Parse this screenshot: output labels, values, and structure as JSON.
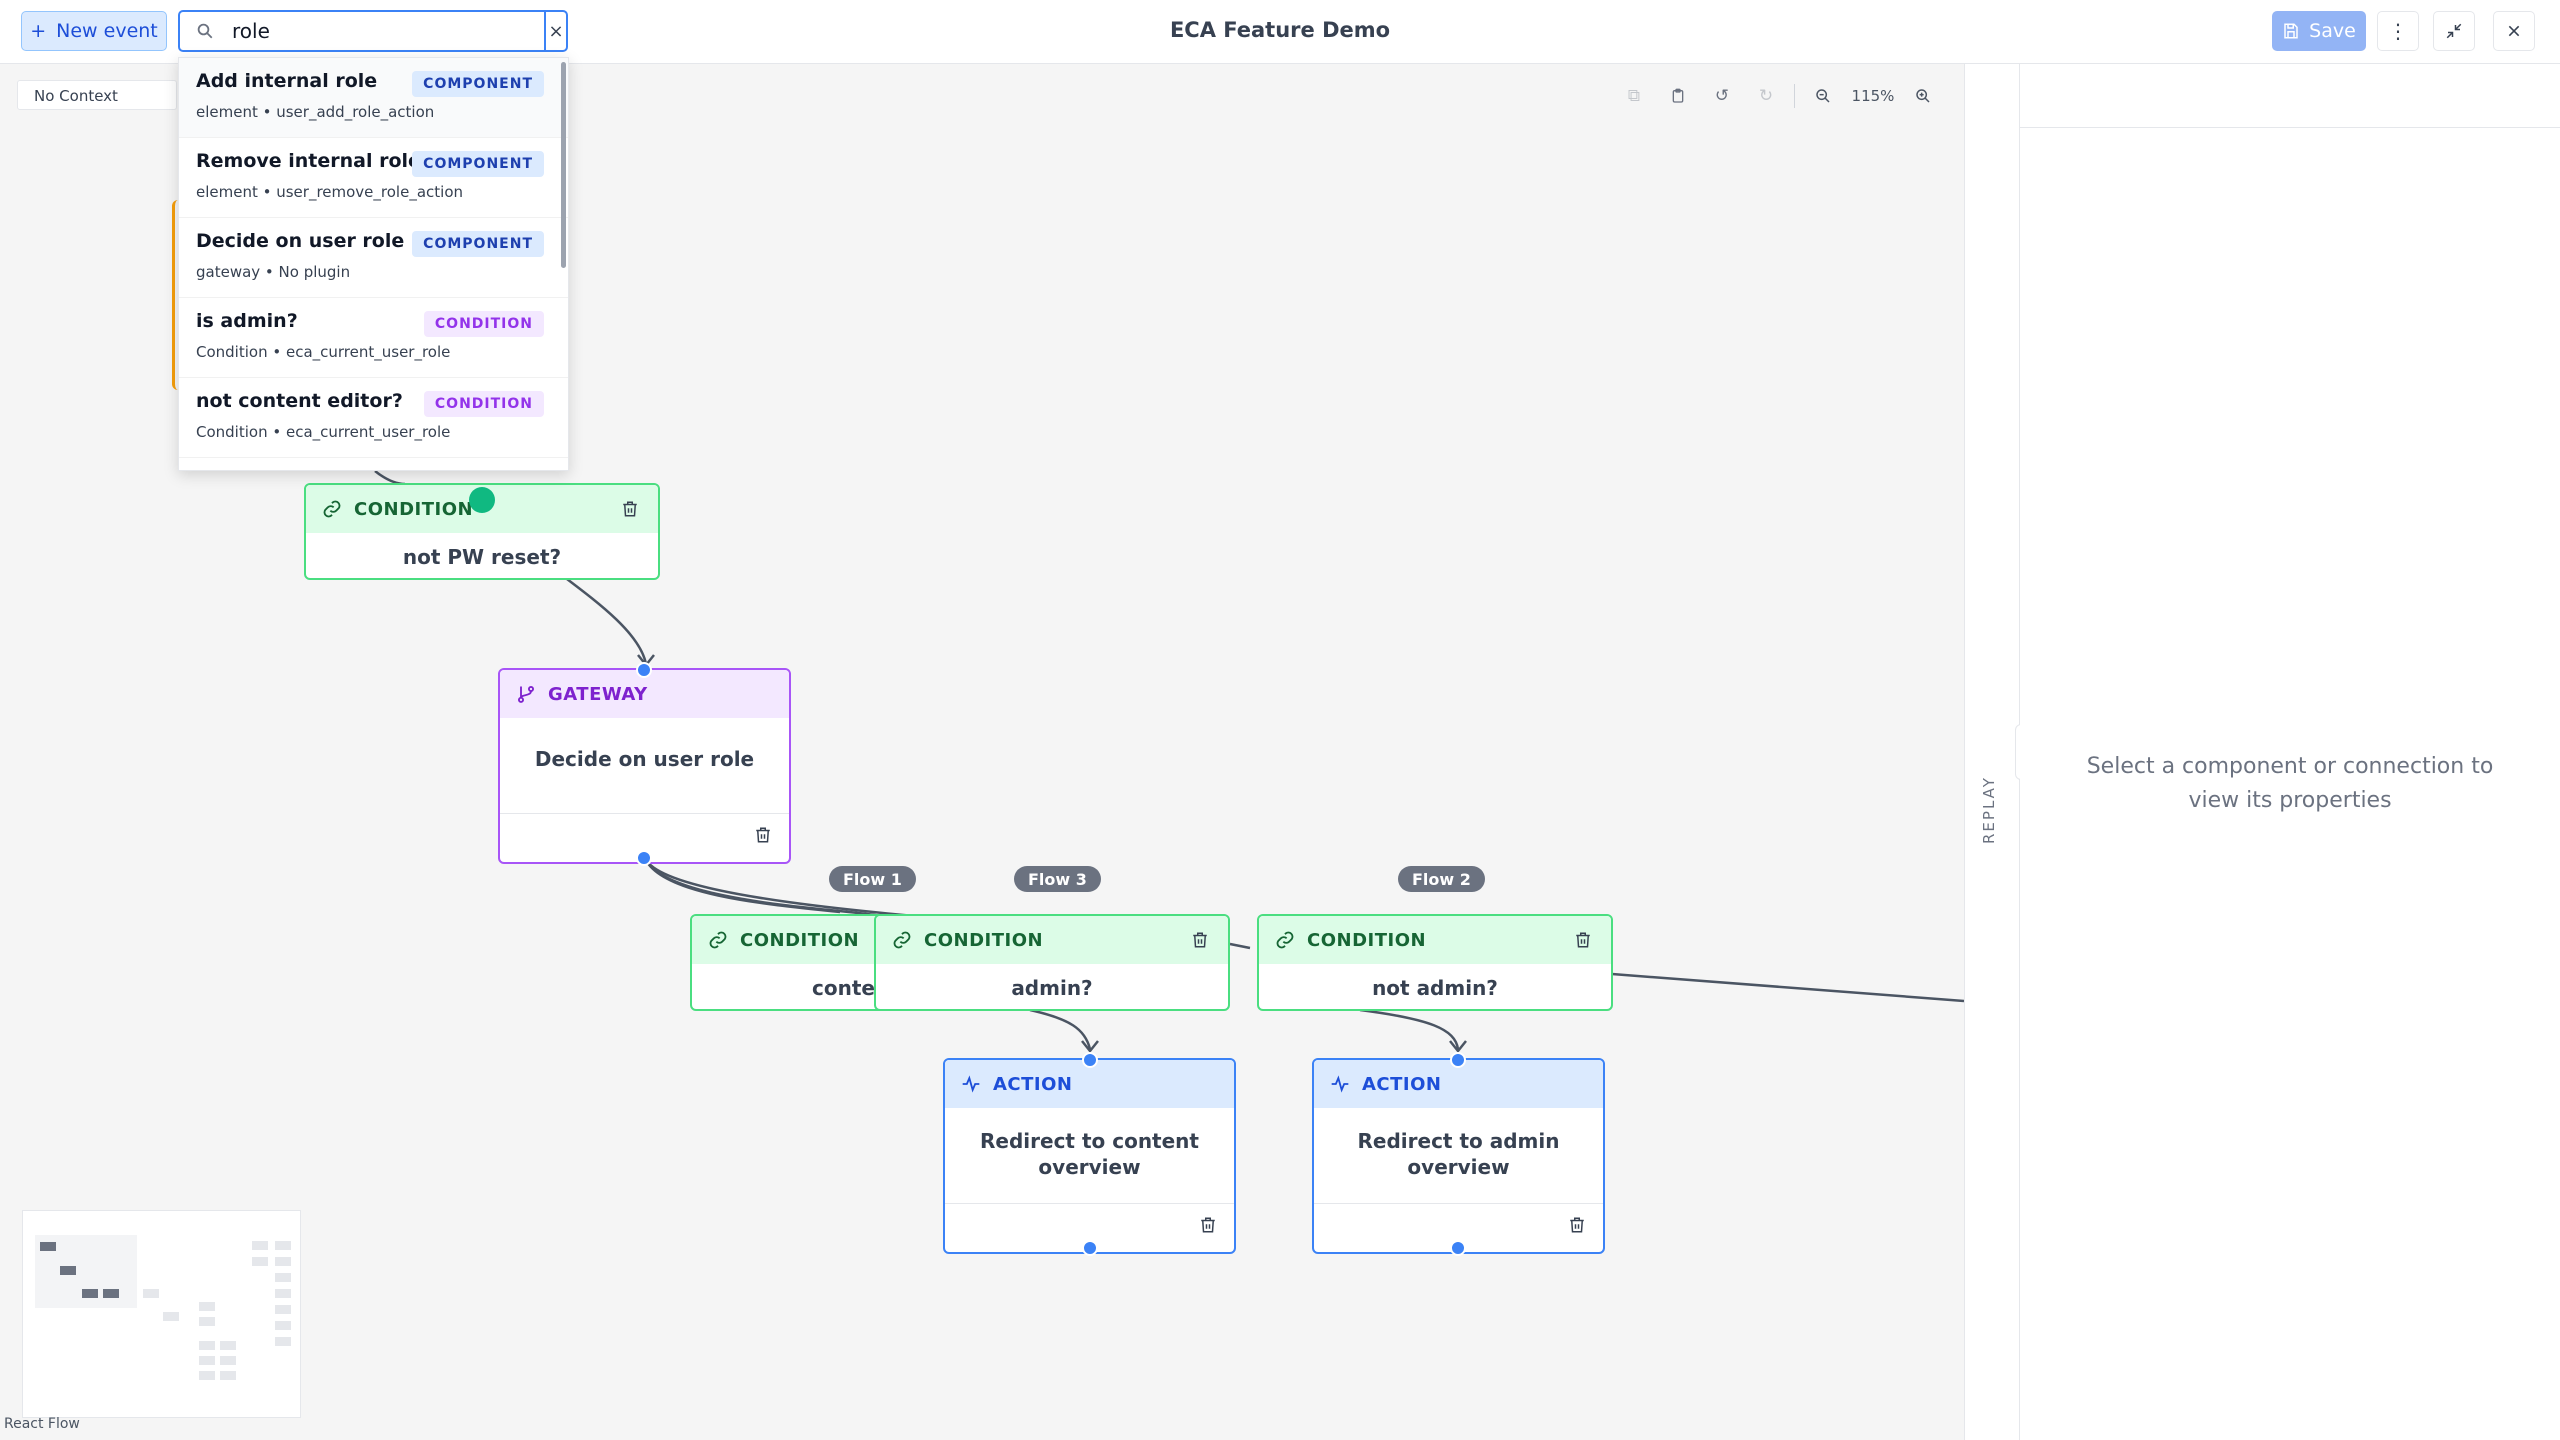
{
  "header": {
    "new_event_label": "New event",
    "search_value": "role",
    "clear_glyph": "×",
    "title": "ECA Feature Demo",
    "save_label": "Save"
  },
  "canvas": {
    "context_label": "No Context",
    "zoom_label": "115%",
    "attribution": "React Flow"
  },
  "search_results": [
    {
      "name": "Add internal role",
      "sub": "element • user_add_role_action",
      "badge": "COMPONENT",
      "kind": "component"
    },
    {
      "name": "Remove internal role",
      "sub": "element • user_remove_role_action",
      "badge": "COMPONENT",
      "kind": "component"
    },
    {
      "name": "Decide on user role",
      "sub": "gateway • No plugin",
      "badge": "COMPONENT",
      "kind": "component"
    },
    {
      "name": "is admin?",
      "sub": "Condition • eca_current_user_role",
      "badge": "CONDITION",
      "kind": "condition"
    },
    {
      "name": "not content editor?",
      "sub": "Condition • eca_current_user_role",
      "badge": "CONDITION",
      "kind": "condition"
    }
  ],
  "nodes": {
    "cond_pw": {
      "type": "CONDITION",
      "label": "not PW reset?"
    },
    "gateway": {
      "type": "GATEWAY",
      "label": "Decide on user role"
    },
    "cond_content": {
      "type": "CONDITION",
      "label": "content"
    },
    "cond_admin": {
      "type": "CONDITION",
      "label": "admin?"
    },
    "cond_notadmin": {
      "type": "CONDITION",
      "label": "not admin?"
    },
    "act_content": {
      "type": "ACTION",
      "label": "Redirect to content overview"
    },
    "act_admin": {
      "type": "ACTION",
      "label": "Redirect to admin overview"
    }
  },
  "flows": {
    "flow1": "Flow 1",
    "flow3": "Flow 3",
    "flow2": "Flow 2"
  },
  "right_panel": {
    "replay_label": "REPLAY",
    "empty_message": "Select a component or connection to view its properties"
  },
  "colors": {
    "condition": "#4ade80",
    "gateway": "#a855f7",
    "action": "#3b82f6",
    "accent": "#3b82f6"
  }
}
